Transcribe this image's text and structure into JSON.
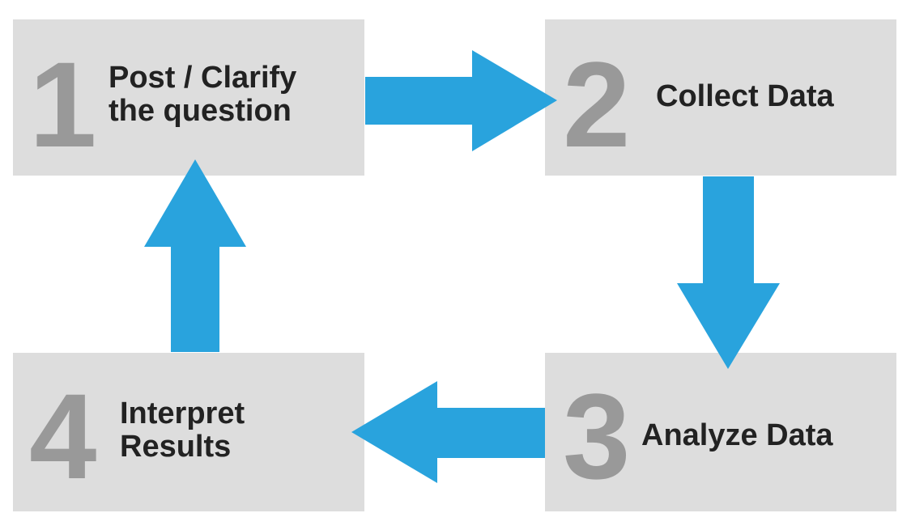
{
  "colors": {
    "box_fill": "#dddddd",
    "number_text": "#999999",
    "label_text": "#222222",
    "arrow": "#29a3dd"
  },
  "steps": [
    {
      "number": "1",
      "label_lines": [
        "Post / Clarify",
        "the question"
      ]
    },
    {
      "number": "2",
      "label_lines": [
        "Collect Data"
      ]
    },
    {
      "number": "3",
      "label_lines": [
        "Analyze Data"
      ]
    },
    {
      "number": "4",
      "label_lines": [
        "Interpret",
        "Results"
      ]
    }
  ],
  "arrows": [
    {
      "from": "1",
      "to": "2"
    },
    {
      "from": "2",
      "to": "3"
    },
    {
      "from": "3",
      "to": "4"
    },
    {
      "from": "4",
      "to": "1"
    }
  ]
}
